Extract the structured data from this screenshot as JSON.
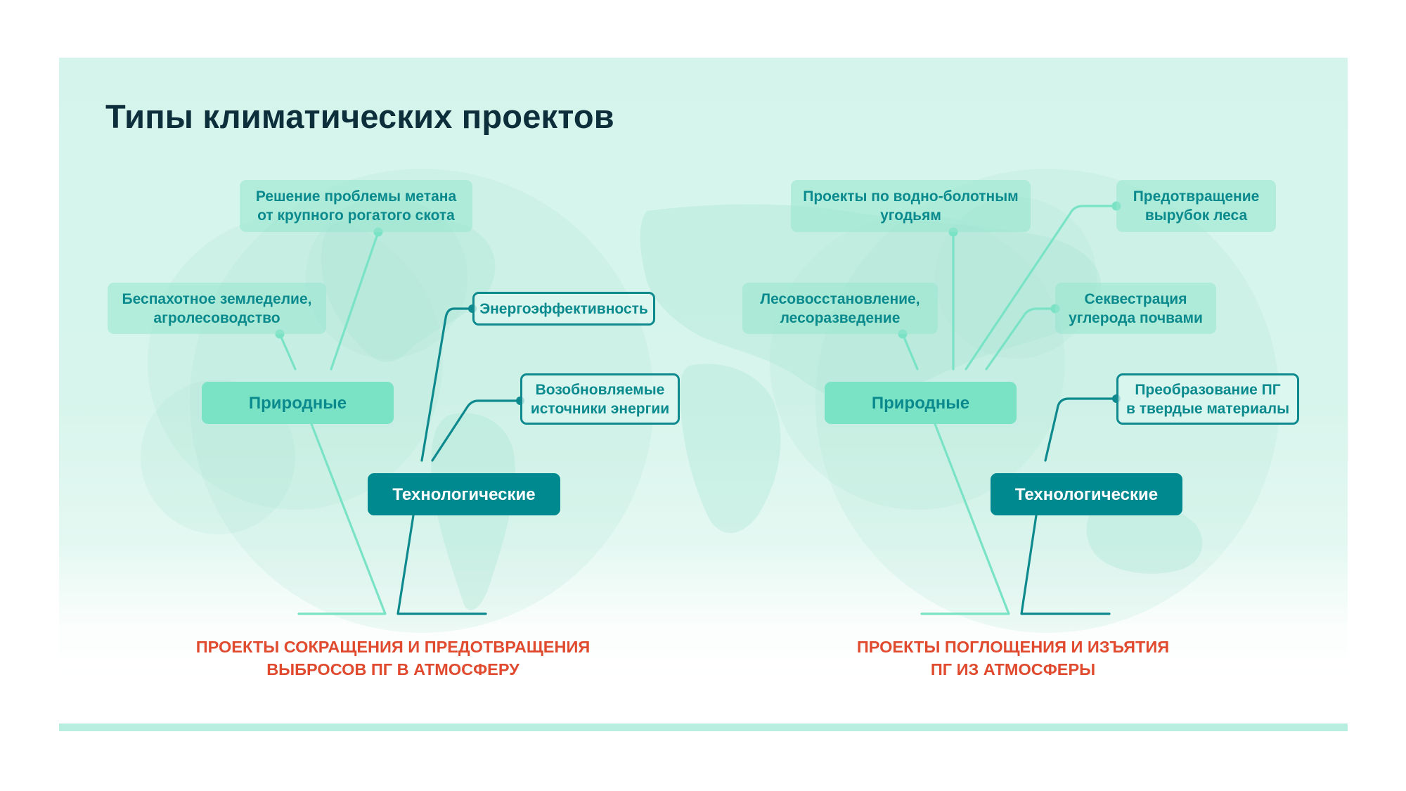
{
  "title": "Типы климатических проектов",
  "colors": {
    "title": "#0d2e3b",
    "accent_dark": "#008a90",
    "accent_light": "#7ae3c6",
    "node_text": "#0b8a8e",
    "red_caption": "#e04a2f",
    "panel_bg": "#d5f5ec",
    "bottom_bar": "#b8eee0"
  },
  "groups": [
    {
      "id": "reduction",
      "natural_label": "Природные",
      "tech_label": "Технологические",
      "natural_items": [
        {
          "lines": [
            "Решение проблемы метана",
            "от крупного рогатого скота"
          ]
        },
        {
          "lines": [
            "Беспахотное земледелие,",
            "агролесоводство"
          ]
        }
      ],
      "tech_items": [
        {
          "lines": [
            "Энергоэффективность"
          ]
        },
        {
          "lines": [
            "Возобновляемые",
            "источники энергии"
          ]
        }
      ],
      "caption": [
        "ПРОЕКТЫ СОКРАЩЕНИЯ И ПРЕДОТВРАЩЕНИЯ",
        "ВЫБРОСОВ ПГ В АТМОСФЕРУ"
      ]
    },
    {
      "id": "absorption",
      "natural_label": "Природные",
      "tech_label": "Технологические",
      "natural_items": [
        {
          "lines": [
            "Проекты по водно-болотным",
            "угодьям"
          ]
        },
        {
          "lines": [
            "Предотвращение",
            "вырубок леса"
          ]
        },
        {
          "lines": [
            "Лесовосстановление,",
            "лесоразведение"
          ]
        },
        {
          "lines": [
            "Секвестрация",
            "углерода почвами"
          ]
        }
      ],
      "tech_items": [
        {
          "lines": [
            "Преобразование ПГ",
            "в твердые материалы"
          ]
        }
      ],
      "caption": [
        "ПРОЕКТЫ ПОГЛОЩЕНИЯ И ИЗЪЯТИЯ",
        "ПГ ИЗ АТМОСФЕРЫ"
      ]
    }
  ]
}
